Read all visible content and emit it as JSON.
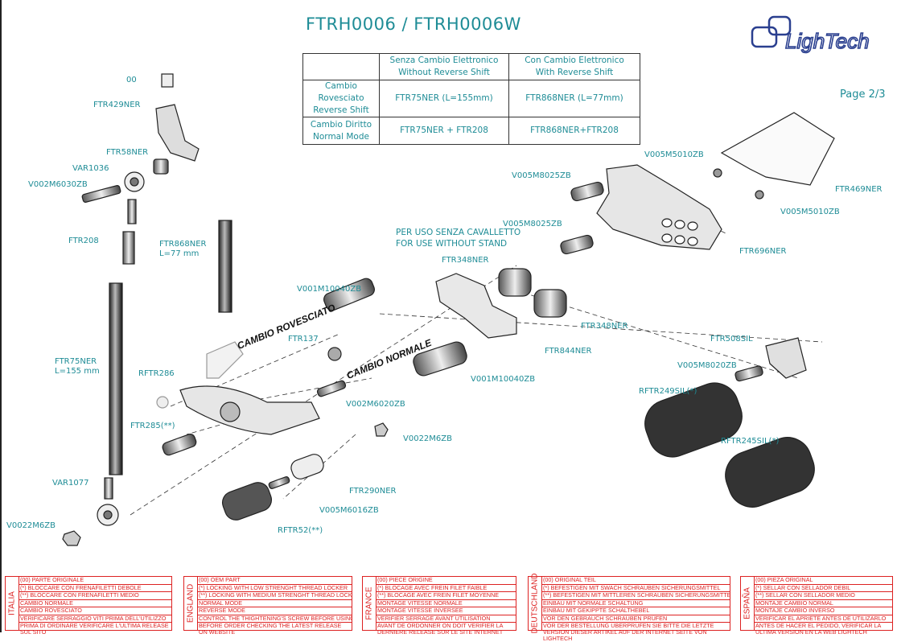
{
  "header": {
    "title": "FTRH0006 / FTRH0006W",
    "page": "Page 2/3",
    "logo_text": "LighTech"
  },
  "reference_table": {
    "col_headers": [
      "",
      "Senza Cambio Elettronico\nWithout Reverse Shift",
      "Con Cambio Elettronico\nWith Reverse Shift"
    ],
    "rows": [
      {
        "label": "Cambio Rovesciato\nReverse Shift",
        "c1": "FTR75NER (L=155mm)",
        "c2": "FTR868NER (L=77mm)"
      },
      {
        "label": "Cambio Diritto\nNormal Mode",
        "c1": "FTR75NER + FTR208",
        "c2": "FTR868NER+FTR208"
      }
    ]
  },
  "diagram": {
    "note": "PER USO SENZA CAVALLETTO\nFOR USE WITHOUT STAND",
    "annotations": [
      "CAMBIO ROVESCIATO",
      "CAMBIO NORMALE"
    ],
    "labels": {
      "p00": "00",
      "ftr429ner": "FTR429NER",
      "ftr58ner": "FTR58NER",
      "var1036": "VAR1036",
      "v002m6030zb": "V002M6030ZB",
      "ftr208": "FTR208",
      "ftr868ner": "FTR868NER\nL=77 mm",
      "ftr75ner": "FTR75NER\nL=155 mm",
      "var1077": "VAR1077",
      "v0022m6zb_left": "V0022M6ZB",
      "v001m10040zb_top": "V001M10040ZB",
      "ftr137": "FTR137",
      "rftr286": "RFTR286",
      "ftr285": "FTR285(**)",
      "v002m6020zb": "V002M6020ZB",
      "v0022m6zb_mid": "V0022M6ZB",
      "ftr290ner": "FTR290NER",
      "v005m6016zb": "V005M6016ZB",
      "rftr52": "RFTR52(**)",
      "ftr348ner_top": "FTR348NER",
      "ftr348ner_right": "FTR348NER",
      "ftr844ner": "FTR844NER",
      "v001m10040zb_bottom": "V001M10040ZB",
      "v005m8025zb_top": "V005M8025ZB",
      "v005m8025zb_mid": "V005M8025ZB",
      "ftr696ner": "FTR696NER",
      "v005m5010zb_top": "V005M5010ZB",
      "ftr469ner": "FTR469NER",
      "v005m5010zb_bottom": "V005M5010ZB",
      "ftr508sil": "FTR508SIL",
      "v005m8020zb": "V005M8020ZB",
      "rftr249sil": "RFTR249SIL(*)",
      "rftr245sil": "RFTR245SIL(*)"
    }
  },
  "legends": [
    {
      "country": "ITALIA",
      "lines": [
        "(00) PARTE ORIGINALE",
        "(*)   BLOCCARE CON FRENAFILETTI DEBOLE",
        "(**)  BLOCCARE CON FRENAFILETTI MEDIO",
        "CAMBIO NORMALE",
        "CAMBIO ROVESCIATO",
        "VERIFICARE SERRAGGIO VITI PRIMA DELL'UTILIZZO",
        "PRIMA DI ORDINARE VERIFICARE L'ULTIMA RELEASE SUL SITO"
      ]
    },
    {
      "country": "ENGLAND",
      "lines": [
        "(00) OEM PART",
        "(*)   LOCKING WITH LOW STRENGHT THREAD LOCKER",
        "(**)  LOCKING WITH MEDIUM STRENGHT THREAD LOCKER",
        "NORMAL MODE",
        "REVERSE MODE",
        "CONTROL THE THIGHTENING'S SCREW BEFORE USING",
        "BEFORE ORDER CHECKING THE LATEST RELEASE ON WEBSITE"
      ]
    },
    {
      "country": "FRANCE",
      "lines": [
        "(00) PIECE ORIGINE",
        "(*)   BLOCAGE AVEC FREIN FILET FAIBLE",
        "(**)  BLOCAGE AVEC FREIN FILET MOYENNE",
        "MONTAGE VITESSE NORMALE",
        "MONTAGE VITESSE INVERSEE",
        "VERIFIER SERRAGE AVANT UTILISATION",
        "AVANT DE ORDONNER ON DOIT VERIFIER LA DERNIERE RELEASE SUR LE SITE INTERNET"
      ]
    },
    {
      "country": "DEUTSCHLAND",
      "lines": [
        "(00) ORIGINAL TEIL",
        "(*)   BEFESTIGEN MIT SWACH SCHRAUBEN SICHERUNGSMITTEL",
        "(**)  BEFESTIGEN MIT MITTLEREN SCHRAUBEN SICHERUNGSMITTEL",
        "EINBAU MIT NORMALE SCHALTUNG",
        "EINBAU MIT GEKIPPTE SCHALTHEBEL",
        "VOR DEN GEBRAUCH SCHRAUBEN PRÜFEN",
        "VOR DER BESTELLUNG ÜBERPRÜFEN SIE BITTE DIE LETZTE VERSION DIESER ARTIKEL AUF DER INTERNET SEITE VON LIGHTECH"
      ]
    },
    {
      "country": "ESPAÑA",
      "lines": [
        "(00) PIEZA ORIGINAL",
        "(*)   SELLAR CON SELLADOR DEBIL",
        "(**)  SELLAR CON SELLADOR MEDIO",
        "MONTAJE  CAMBIO NORMAL",
        "MONTAJE CAMBIO INVERSO",
        "VERIFICAR EL APRIETE ANTES DE UTILIZARLO",
        "ANTES DE HACER EL PEDIDO, VERIFICAR LA ULTIMA VERSION EN LA WEB LIGHTECH"
      ]
    }
  ],
  "colors": {
    "accent": "#1e8c96",
    "legend": "#dd2222",
    "ink": "#222222"
  }
}
